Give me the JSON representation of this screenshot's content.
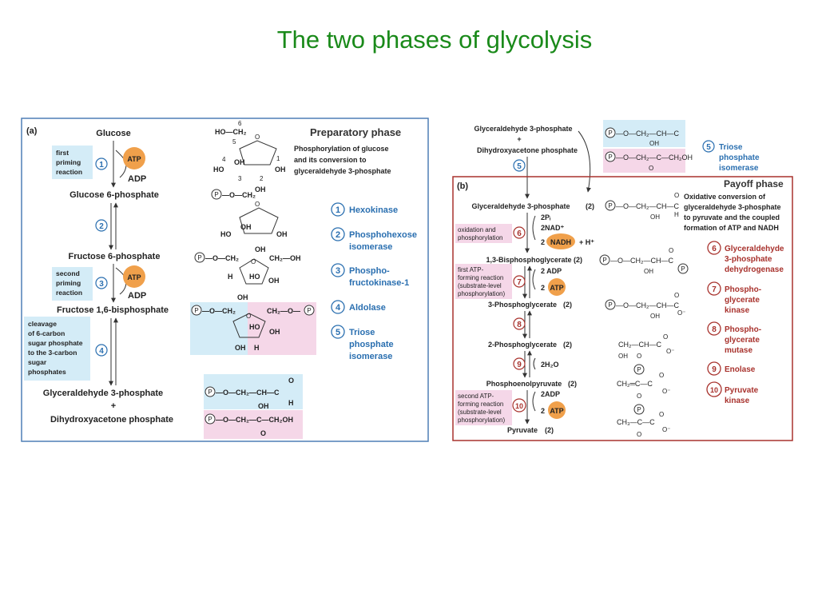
{
  "title": "The two phases of glycolysis",
  "panel_a": {
    "label": "(a)",
    "phase_title": "Preparatory phase",
    "phase_desc": [
      "Phosphorylation of glucose",
      "and its conversion to",
      "glyceraldehyde 3-phosphate"
    ],
    "compounds": [
      "Glucose",
      "Glucose 6-phosphate",
      "Fructose 6-phosphate",
      "Fructose 1,6-bisphosphate",
      "Glyceraldehyde 3-phosphate",
      "+",
      "Dihydroxyacetone phosphate"
    ],
    "notes": {
      "first_priming": [
        "first",
        "priming",
        "reaction"
      ],
      "second_priming": [
        "second",
        "priming",
        "reaction"
      ],
      "cleavage": [
        "cleavage",
        "of 6-carbon",
        "sugar phosphate",
        "to the 3-carbon",
        "sugar",
        "phosphates"
      ]
    },
    "cofactors": {
      "atp": "ATP",
      "adp": "ADP"
    },
    "steps": [
      "1",
      "2",
      "3",
      "4"
    ],
    "enzymes": [
      {
        "num": "1",
        "lines": [
          "Hexokinase"
        ]
      },
      {
        "num": "2",
        "lines": [
          "Phosphohexose",
          "isomerase"
        ]
      },
      {
        "num": "3",
        "lines": [
          "Phospho-",
          "fructokinase-1"
        ]
      },
      {
        "num": "4",
        "lines": [
          "Aldolase"
        ]
      },
      {
        "num": "5",
        "lines": [
          "Triose",
          "phosphate",
          "isomerase"
        ]
      }
    ],
    "structures": {
      "p": "P",
      "glucose_top": "HO—CH₂",
      "ch2_oh": "CH₂—OH",
      "ch2_o_p": "CH₂—O—",
      "p_o_ch2": "—O—CH₂",
      "atoms": [
        "H",
        "OH",
        "HO",
        "O"
      ],
      "ring_numbers": [
        "6",
        "5",
        "4",
        "3",
        "2",
        "1"
      ],
      "g3p": "—O—CH₂—CH—C",
      "dhap": "—O—CH₂—C—CH₂OH"
    }
  },
  "panel_b": {
    "label": "(b)",
    "phase_title": "Payoff phase",
    "phase_desc": [
      "Oxidative conversion of",
      "glyceraldehyde 3-phosphate",
      "to pyruvate and the coupled",
      "formation of ATP and NADH"
    ],
    "top": {
      "g3p": "Glyceraldehyde 3-phosphate",
      "plus": "+",
      "dhap": "Dihydroxyacetone phosphate",
      "step": "5"
    },
    "triose_label": [
      "Triose",
      "phosphate",
      "isomerase"
    ],
    "compounds": [
      {
        "name": "Glyceraldehyde 3-phosphate",
        "count": "(2)"
      },
      {
        "name": "1,3-Bisphosphoglycerate",
        "count": "(2)"
      },
      {
        "name": "3-Phosphoglycerate",
        "count": "(2)"
      },
      {
        "name": "2-Phosphoglycerate",
        "count": "(2)"
      },
      {
        "name": "Phosphoenolpyruvate",
        "count": "(2)"
      },
      {
        "name": "Pyruvate",
        "count": "(2)"
      }
    ],
    "cofactors": {
      "pi": "2Pᵢ",
      "nad": "2NAD⁺",
      "nadh_coef": "2",
      "nadh": "NADH",
      "hplus": "+ H⁺",
      "adp1": "2 ADP",
      "atp_coef": "2",
      "atp": "ATP",
      "water": "2H₂O",
      "adp2": "2ADP"
    },
    "notes": {
      "oxidation": [
        "oxidation and",
        "phosphorylation"
      ],
      "first_atp": [
        "first ATP-",
        "forming reaction",
        "(substrate-level",
        "phosphorylation)"
      ],
      "second_atp": [
        "second ATP-",
        "forming reaction",
        "(substrate-level",
        "phosphorylation)"
      ]
    },
    "steps": [
      "6",
      "7",
      "8",
      "9",
      "10"
    ],
    "enzymes": [
      {
        "num": "6",
        "lines": [
          "Glyceraldehyde",
          "3-phosphate",
          "dehydrogenase"
        ]
      },
      {
        "num": "7",
        "lines": [
          "Phospho-",
          "glycerate",
          "kinase"
        ]
      },
      {
        "num": "8",
        "lines": [
          "Phospho-",
          "glycerate",
          "mutase"
        ]
      },
      {
        "num": "9",
        "lines": [
          "Enolase"
        ]
      },
      {
        "num": "10",
        "lines": [
          "Pyruvate",
          "kinase"
        ]
      }
    ],
    "structures": {
      "p": "P",
      "oh": "OH",
      "o": "O",
      "ominus": "O⁻",
      "h": "H",
      "chain_ch": "—O—CH₂—CH—C",
      "chain_c": "—O—CH₂—C—CH₂OH",
      "pg2": "CH₂—CH—C",
      "pep": "CH₂═C—C",
      "pyr": "CH₃—C—C"
    }
  },
  "colors": {
    "title": "#1a8a1a",
    "panel_a_border": "#4f7fb5",
    "panel_b_border": "#a8322d",
    "atp_fill": "#f0a04b",
    "blue_highlight": "#d4ecf7",
    "pink_highlight": "#f5d7e8"
  }
}
